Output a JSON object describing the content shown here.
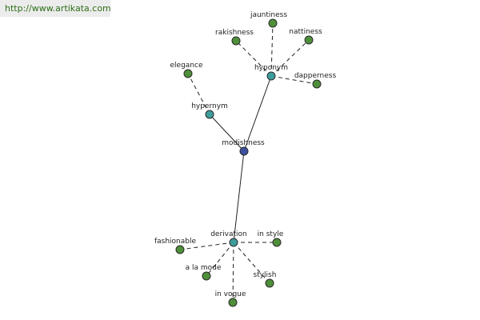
{
  "banner": {
    "url": "http://www.artikata.com"
  },
  "graph": {
    "center": {
      "id": "modishness",
      "label": "modishness",
      "color": "#3c4fa0"
    },
    "hubs": [
      {
        "id": "hyponym",
        "label": "hyponym",
        "color": "#3f9c9c"
      },
      {
        "id": "hypernym",
        "label": "hypernym",
        "color": "#3f9c9c"
      },
      {
        "id": "derivation",
        "label": "derivation",
        "color": "#3f9c9c"
      }
    ],
    "leaves": [
      {
        "id": "jauntiness",
        "label": "jauntiness",
        "parent": "hyponym",
        "color": "#4e8f3a"
      },
      {
        "id": "rakishness",
        "label": "rakishness",
        "parent": "hyponym",
        "color": "#4e8f3a"
      },
      {
        "id": "nattiness",
        "label": "nattiness",
        "parent": "hyponym",
        "color": "#4e8f3a"
      },
      {
        "id": "dapperness",
        "label": "dapperness",
        "parent": "hyponym",
        "color": "#4e8f3a"
      },
      {
        "id": "elegance",
        "label": "elegance",
        "parent": "hypernym",
        "color": "#4e8f3a"
      },
      {
        "id": "fashionable",
        "label": "fashionable",
        "parent": "derivation",
        "color": "#4e8f3a"
      },
      {
        "id": "in-style",
        "label": "in style",
        "parent": "derivation",
        "color": "#4e8f3a"
      },
      {
        "id": "a-la-mode",
        "label": "a la mode",
        "parent": "derivation",
        "color": "#4e8f3a"
      },
      {
        "id": "stylish",
        "label": "stylish",
        "parent": "derivation",
        "color": "#4e8f3a"
      },
      {
        "id": "in-vogue",
        "label": "in vogue",
        "parent": "derivation",
        "color": "#4e8f3a"
      }
    ]
  }
}
